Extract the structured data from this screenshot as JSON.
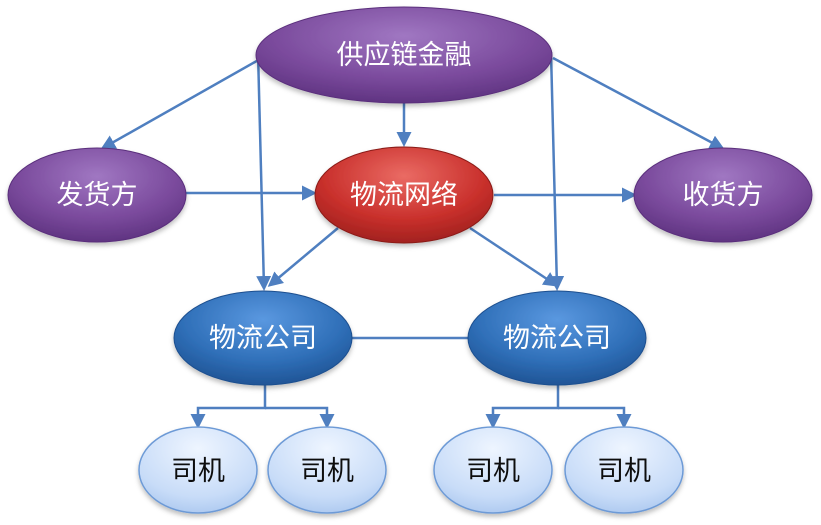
{
  "nodes": {
    "finance": "供应链金融",
    "shipper": "发货方",
    "network": "物流网络",
    "receiver": "收货方",
    "company_left": "物流公司",
    "company_right": "物流公司",
    "driver_1": "司机",
    "driver_2": "司机",
    "driver_3": "司机",
    "driver_4": "司机"
  },
  "colors": {
    "purple": "#7a4a9c",
    "red": "#c9302c",
    "blue": "#2f6fb8",
    "light_blue": "#c8dcf8",
    "arrow": "#4f7fc0"
  }
}
